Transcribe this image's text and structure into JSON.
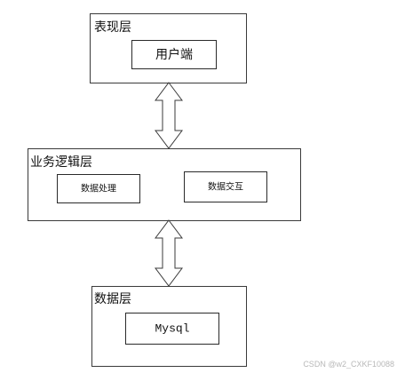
{
  "layers": {
    "presentation": {
      "title": "表现层",
      "components": [
        "用户端"
      ]
    },
    "business": {
      "title": "业务逻辑层",
      "components": [
        "数据处理",
        "数据交互"
      ]
    },
    "data": {
      "title": "数据层",
      "components": [
        "Mysql"
      ]
    }
  },
  "watermark": "CSDN @w2_CXKF10088"
}
